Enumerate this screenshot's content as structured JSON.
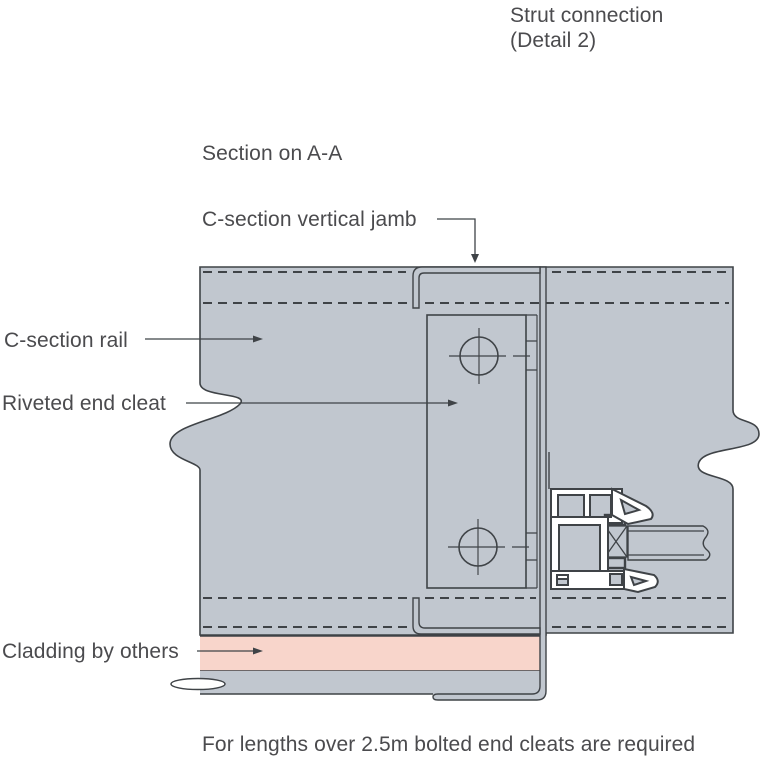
{
  "title": "Strut connection\n(Detail 2)",
  "section_label": "Section on A-A",
  "labels": {
    "jamb": "C-section vertical jamb",
    "rail": "C-section rail",
    "cleat": "Riveted end cleat",
    "cladding": "Cladding by others"
  },
  "footnote": "For lengths over 2.5m bolted end cleats are required",
  "colors": {
    "steel_gray": "#c1c7cf",
    "cladding_pink": "#f8d5cb",
    "line": "#3f4347",
    "text": "#4b4b4e"
  }
}
